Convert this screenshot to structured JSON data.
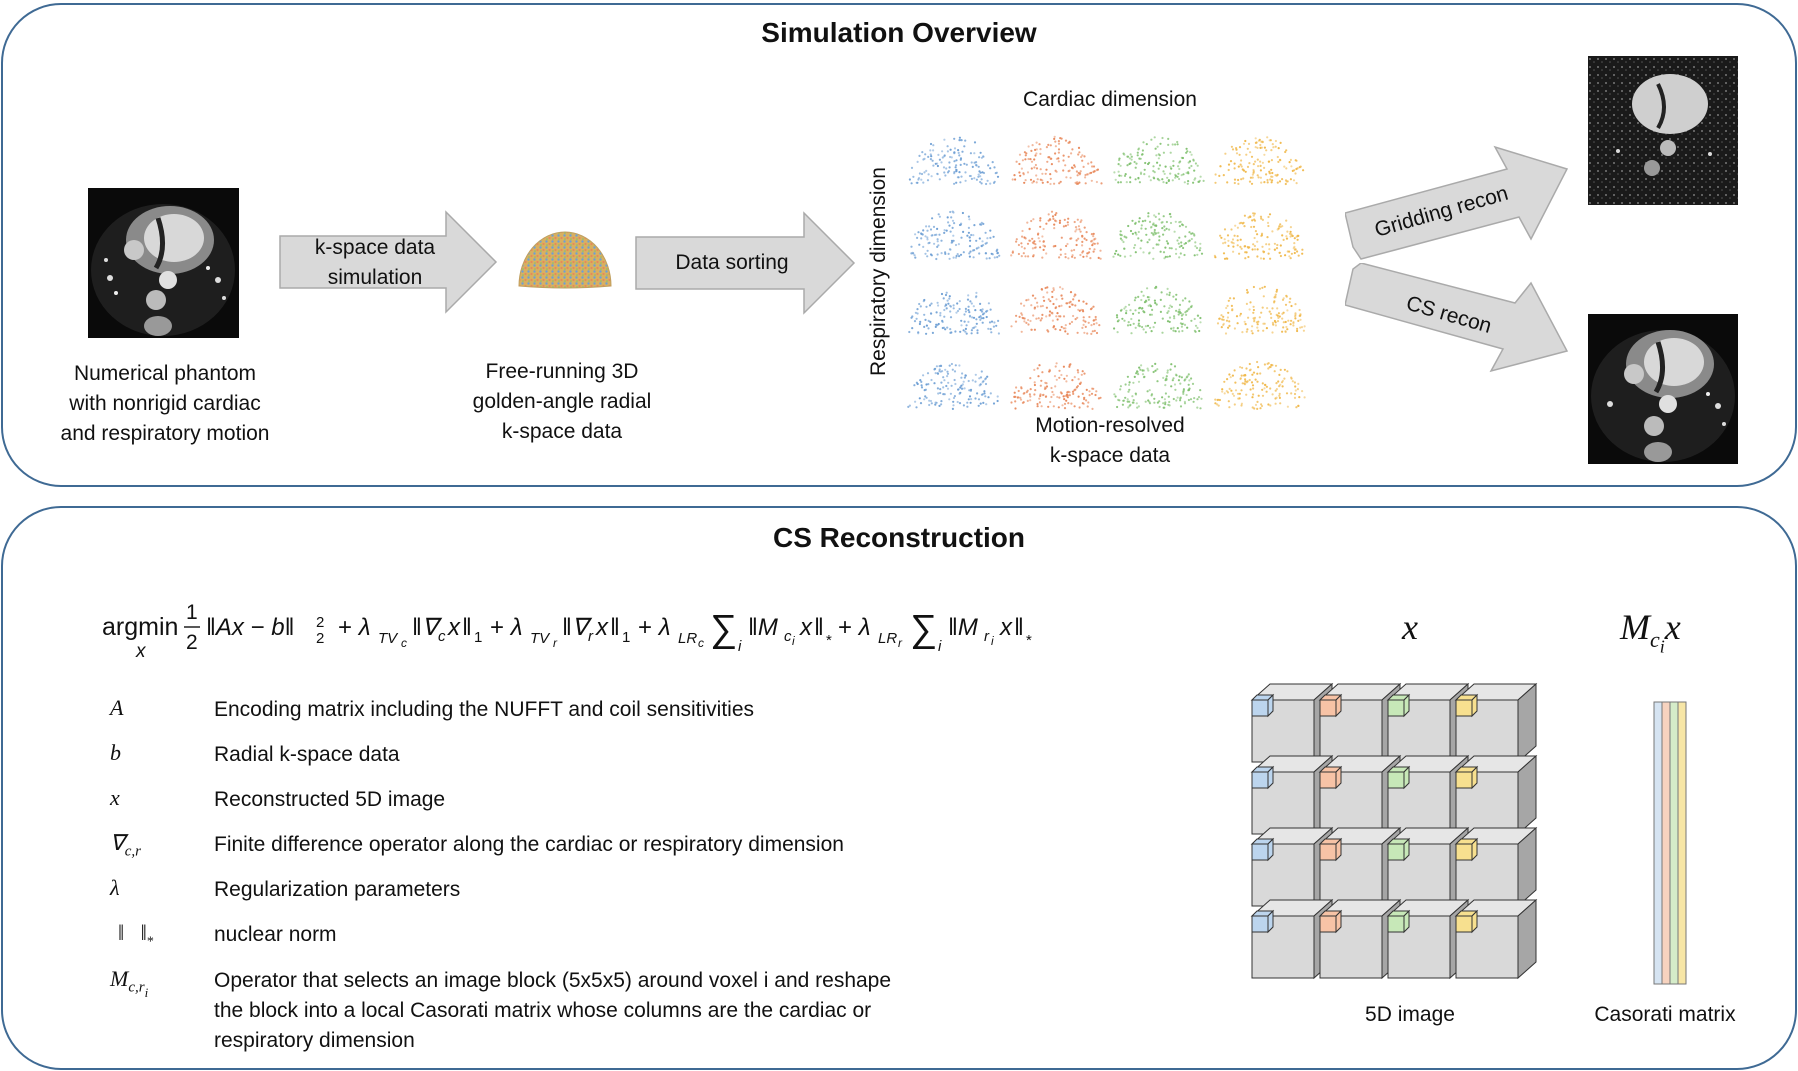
{
  "simulation": {
    "title": "Simulation Overview",
    "phantom_caption": [
      "Numerical phantom",
      "with nonrigid cardiac",
      "and respiratory motion"
    ],
    "arrow1_label": [
      "k-space data",
      "simulation"
    ],
    "kspace_caption": [
      "Free-running 3D",
      "golden-angle radial",
      "k-space data"
    ],
    "arrow2_label": "Data sorting",
    "cardiac_dimension": "Cardiac dimension",
    "respiratory_dimension": "Respiratory dimension",
    "motion_resolved_caption": [
      "Motion-resolved",
      "k-space data"
    ],
    "gridding_label": "Gridding recon",
    "cs_label": "CS recon",
    "colors": {
      "blue": "#6e9fd4",
      "orange": "#e8885a",
      "green": "#7fc06e",
      "yellow": "#f0b84a",
      "arrow_fill": "#d9d9d9",
      "border": "#3f6a94"
    }
  },
  "reconstruction": {
    "title": "CS Reconstruction",
    "legend": [
      {
        "symbol": "A",
        "desc": "Encoding matrix including the NUFFT and coil sensitivities"
      },
      {
        "symbol": "b",
        "desc": "Radial k-space data"
      },
      {
        "symbol": "x",
        "desc": "Reconstructed 5D image"
      },
      {
        "symbol": "∇c,r",
        "desc": "Finite difference operator along the cardiac or respiratory dimension"
      },
      {
        "symbol": "λ",
        "desc": "Regularization parameters"
      },
      {
        "symbol": "‖ ‖*",
        "desc": "nuclear norm"
      },
      {
        "symbol": "Mc,r i",
        "desc": [
          "Operator that selects an image block (5x5x5) around voxel i and reshape",
          "the block into a local Casorati matrix whose columns are the cardiac or",
          "respiratory dimension"
        ]
      }
    ],
    "x_label": "x",
    "mcix_label": "Mcix",
    "image5d_caption": "5D image",
    "casorati_caption": "Casorati matrix"
  }
}
